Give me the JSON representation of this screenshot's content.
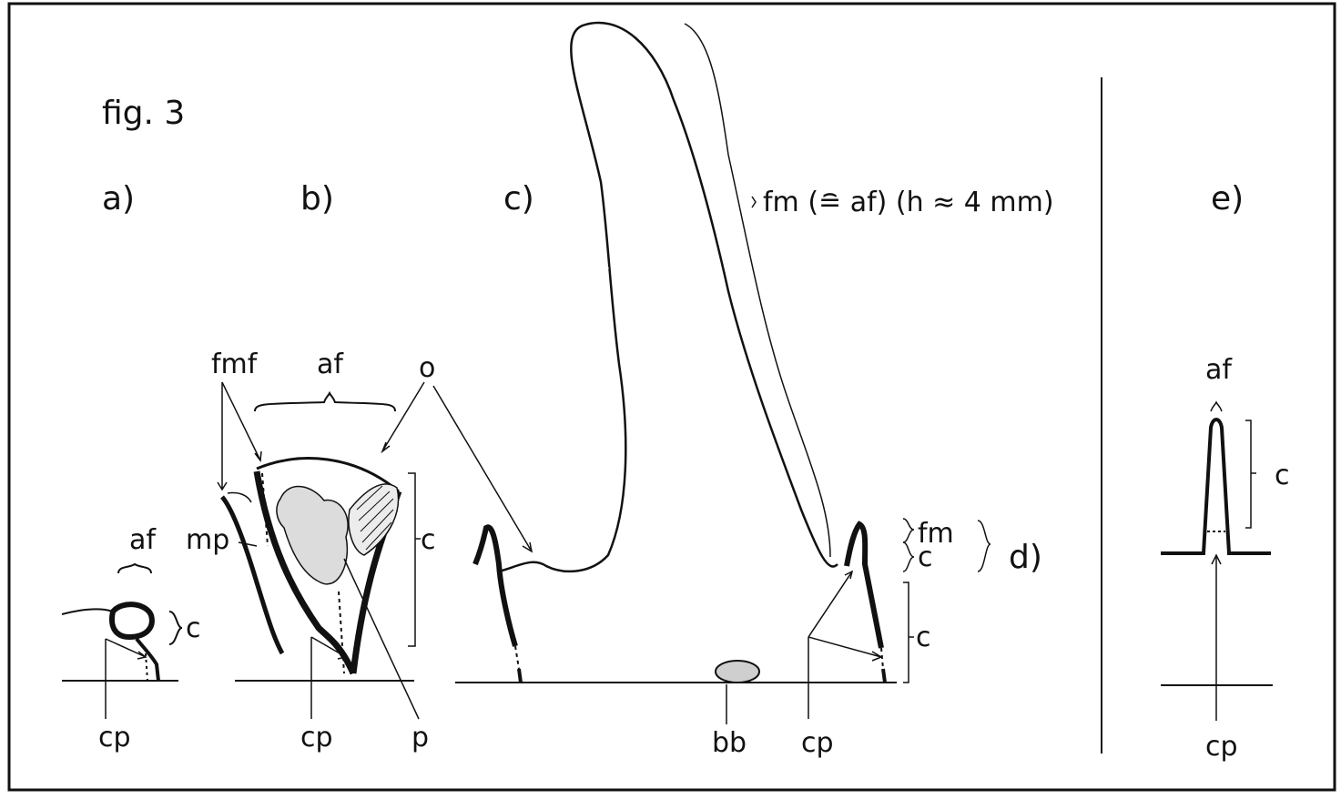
{
  "figure_title": "fig. 3",
  "panels": {
    "a": "a)",
    "b": "b)",
    "c": "c)",
    "d": "d)",
    "e": "e)"
  },
  "labels": {
    "a_af": "af",
    "a_c": "c",
    "a_cp": "cp",
    "b_fmf": "fmf",
    "b_af": "af",
    "b_o": "o",
    "b_mp": "mp",
    "b_c": "c",
    "b_cp": "cp",
    "b_p": "p",
    "c_fm_note": "fm (≘ af) (h ≈ 4 mm)",
    "d_fm": "fm",
    "d_c_small": "c",
    "d_c_lower": "c",
    "bb": "bb",
    "d_cp": "cp",
    "e_af": "af",
    "e_c": "c",
    "e_cp": "cp"
  }
}
